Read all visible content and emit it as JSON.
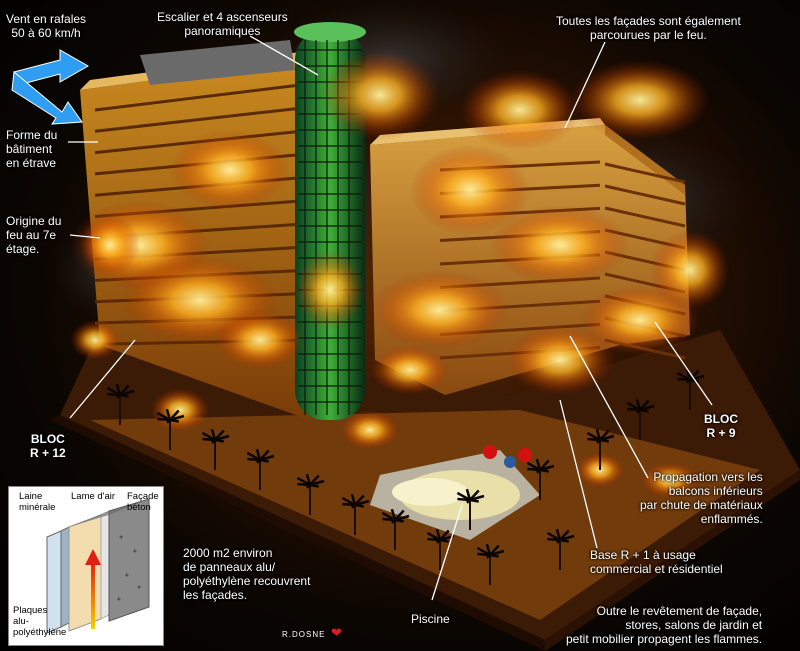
{
  "labels": {
    "wind": [
      "Vent en rafales",
      "50 à 60 km/h"
    ],
    "stairs": [
      "Escalier et 4 ascenseurs",
      "panoramiques"
    ],
    "facades": [
      "Toutes les façades sont également",
      "parcourues par le feu."
    ],
    "shape": [
      "Forme du",
      "bâtiment",
      "en étrave"
    ],
    "origin": [
      "Origine du",
      "feu au 7e",
      "étage."
    ],
    "bloc12": [
      "BLOC",
      "R + 12"
    ],
    "bloc9": [
      "BLOC",
      "R + 9"
    ],
    "propagation": [
      "Propagation vers les",
      "balcons inférieurs",
      "par chute de matériaux",
      "enflammés."
    ],
    "panels": [
      "2000 m2 environ",
      "de panneaux alu/",
      "polyéthylène recouvrent",
      "les façades."
    ],
    "base": [
      "Base R + 1 à usage",
      "commercial et résidentiel"
    ],
    "pool": [
      "Piscine"
    ],
    "furniture": [
      "Outre le revêtement de façade,",
      "stores, salons de jardin et",
      "petit mobilier propagent les flammes."
    ]
  },
  "inset": {
    "mineral_wool": [
      "Laine",
      "minérale"
    ],
    "air_gap": [
      "Lame d'air"
    ],
    "concrete": [
      "Façade",
      "béton"
    ],
    "plates": [
      "Plaques",
      "alu-",
      "polyéthylène"
    ]
  },
  "signature": "R.DOSNE",
  "colors": {
    "fire": "#ff9a1a",
    "wind_arrow": "#2f9df2",
    "heart": "#e01a2a"
  }
}
